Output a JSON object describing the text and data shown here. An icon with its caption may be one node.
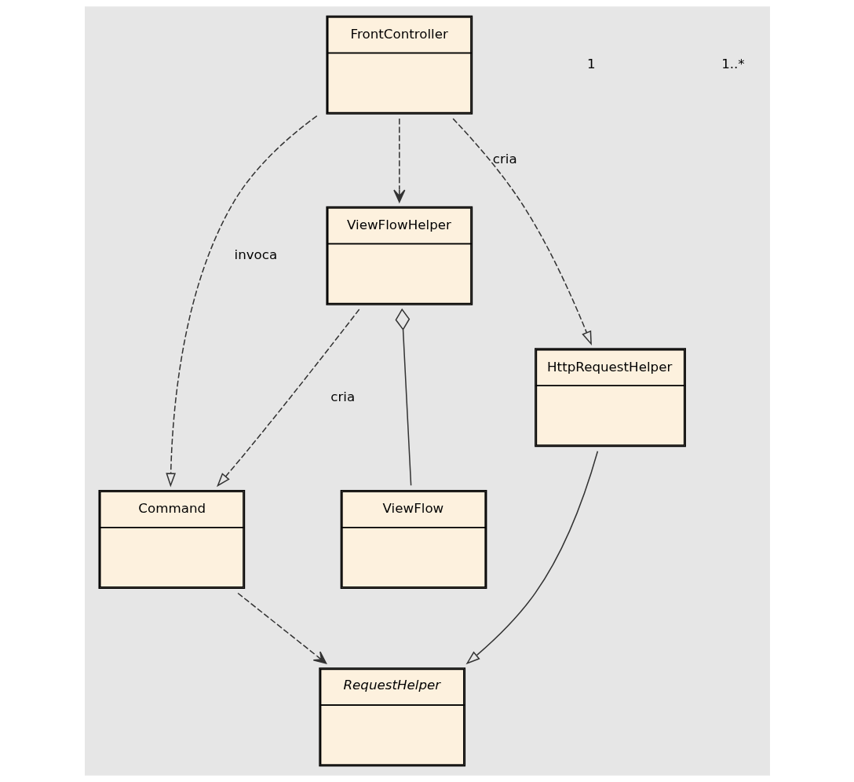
{
  "diagram": {
    "nodes": [
      {
        "text": [
          "FrontController"
        ]
      },
      {
        "text": [
          "Command"
        ]
      },
      {
        "text": [
          "ViewFlowHelper"
        ]
      },
      {
        "text": [
          "RequestHelper"
        ]
      },
      {
        "text": [
          "ViewFlow"
        ]
      },
      {
        "text": [
          "HttpRequestHelper"
        ]
      }
    ],
    "edges": [
      {
        "from": 0,
        "to": 1,
        "arrow": "to",
        "style": "dashed",
        "label": "invoca"
      },
      {
        "from": 0,
        "to": 2,
        "arrow": "to",
        "style": "dashed"
      },
      {
        "from": 2,
        "to": 1,
        "arrow": "to",
        "style": "dashed",
        "label": "cria"
      },
      {
        "from": 1,
        "to": 3,
        "arrow": "to",
        "style": "dashed"
      },
      {
        "from": 2,
        "to": 4,
        "arrow": "other"
      },
      {
        "from": 5,
        "to": 3,
        "arrow": "to"
      },
      {
        "from": 0,
        "to": 5,
        "arrow": "to",
        "style": "dashed",
        "label": "cria"
      }
    ],
    "labels": [
      "1",
      "1..*"
    ]
  }
}
